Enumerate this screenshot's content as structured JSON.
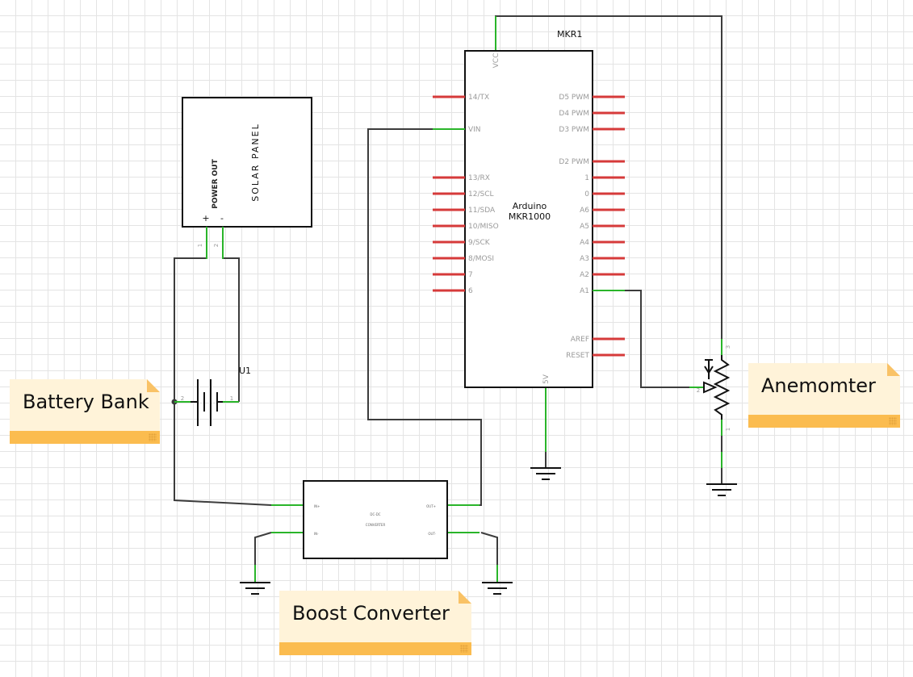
{
  "notes": {
    "battery_bank": "Battery Bank",
    "anemometer": "Anemomter",
    "boost_converter": "Boost Converter"
  },
  "solar_panel": {
    "title": "SOLAR PANEL",
    "power_out": "POWER OUT",
    "plus": "+",
    "minus": "-",
    "pin1": "1",
    "pin2": "2"
  },
  "battery": {
    "ref": "U1",
    "pin_left": "2",
    "pin_right": "1"
  },
  "arduino": {
    "ref": "MKR1",
    "name_line1": "Arduino",
    "name_line2": "MKR1000",
    "top_pin": "VCC",
    "bottom_pin": "5V",
    "left_pins": [
      "14/TX",
      "VIN",
      "13/RX",
      "12/SCL",
      "11/SDA",
      "10/MISO",
      "9/SCK",
      "8/MOSI",
      "7",
      "6"
    ],
    "right_pins": [
      "D5 PWM",
      "D4 PWM",
      "D3 PWM",
      "D2 PWM",
      "1",
      "0",
      "A6",
      "A5",
      "A4",
      "A3",
      "A2",
      "A1",
      "AREF",
      "RESET"
    ]
  },
  "converter": {
    "title": "DC-DC",
    "subtitle": "CONVERTER",
    "in_plus": "IN+",
    "in_minus": "IN-",
    "out_plus": "OUT+",
    "out_minus": "OUT-"
  },
  "potentiometer": {
    "pin1": "1",
    "pin2": "2",
    "pin3": "3"
  },
  "colors": {
    "wire": "#3c3c3c",
    "pin_connected": "#2ab52a",
    "pin_unconnected": "#d63a3a",
    "note_body": "#fff3d9",
    "note_bar": "#fbbc4f"
  }
}
